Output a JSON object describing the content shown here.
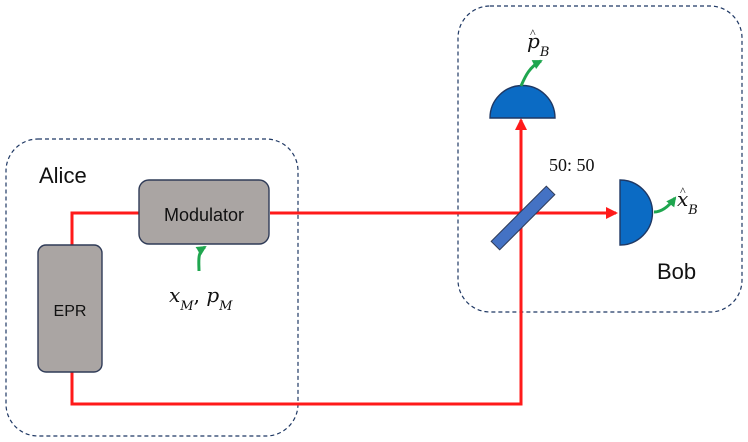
{
  "colors": {
    "beam": "#ff1a1a",
    "box_border": "#1f3864",
    "component_fill": "#aaa5a3",
    "component_stroke": "#2f3b57",
    "detector_fill": "#0b6bc4",
    "detector_stroke": "#1f3864",
    "beamsplitter_fill": "#4472c4",
    "green_arrow": "#1fa64f",
    "text": "#111111"
  },
  "labels": {
    "alice": "Alice",
    "bob": "Bob",
    "modulator": "Modulator",
    "epr": "EPR",
    "beamsplitter": "50: 50",
    "modulation_inputs": {
      "x_base": "x",
      "x_sub": "M",
      "separator": ", ",
      "p_base": "p",
      "p_sub": "M"
    },
    "p_detector": {
      "base": "p",
      "hat": "^",
      "sub": "B"
    },
    "x_detector": {
      "base": "x",
      "hat": "^",
      "sub": "B"
    }
  },
  "icons": {
    "modulation_arrow": "curved-arrow-icon",
    "p_output_arrow": "curved-arrow-icon",
    "x_output_arrow": "curved-arrow-icon"
  }
}
